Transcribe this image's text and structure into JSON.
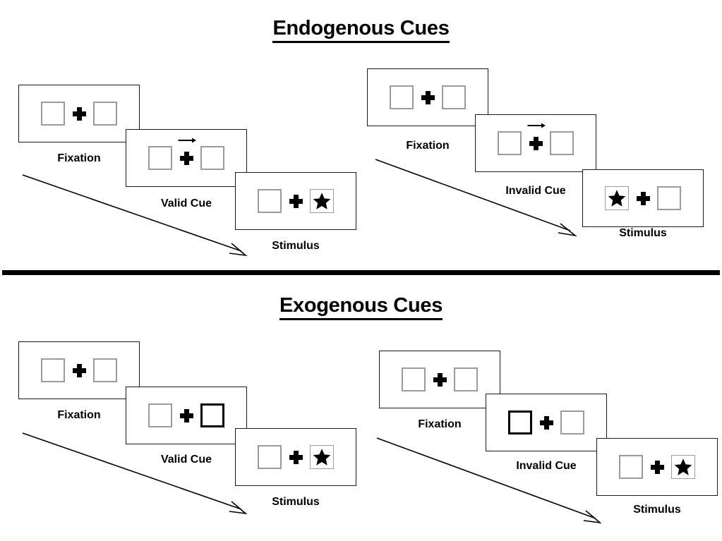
{
  "sections": [
    {
      "id": "endogenous",
      "title": "Endogenous Cues",
      "groups": [
        {
          "id": "endogenous-valid",
          "panels": [
            {
              "caption": "Fixation",
              "left_box": "empty",
              "right_box": "empty",
              "cue": "none",
              "cue_direction": ""
            },
            {
              "caption": "Valid Cue",
              "left_box": "empty",
              "right_box": "empty",
              "cue": "arrow",
              "cue_direction": "right"
            },
            {
              "caption": "Stimulus",
              "left_box": "empty",
              "right_box": "star",
              "cue": "none",
              "cue_direction": ""
            }
          ]
        },
        {
          "id": "endogenous-invalid",
          "panels": [
            {
              "caption": "Fixation",
              "left_box": "empty",
              "right_box": "empty",
              "cue": "none",
              "cue_direction": ""
            },
            {
              "caption": "Invalid Cue",
              "left_box": "empty",
              "right_box": "empty",
              "cue": "arrow",
              "cue_direction": "right"
            },
            {
              "caption": "Stimulus",
              "left_box": "star",
              "right_box": "empty",
              "cue": "none",
              "cue_direction": ""
            }
          ]
        }
      ]
    },
    {
      "id": "exogenous",
      "title": "Exogenous Cues",
      "groups": [
        {
          "id": "exogenous-valid",
          "panels": [
            {
              "caption": "Fixation",
              "left_box": "empty",
              "right_box": "empty",
              "cue": "none",
              "cue_direction": ""
            },
            {
              "caption": "Valid Cue",
              "left_box": "empty",
              "right_box": "empty",
              "cue": "highlight",
              "cue_direction": "right"
            },
            {
              "caption": "Stimulus",
              "left_box": "empty",
              "right_box": "star",
              "cue": "none",
              "cue_direction": ""
            }
          ]
        },
        {
          "id": "exogenous-invalid",
          "panels": [
            {
              "caption": "Fixation",
              "left_box": "empty",
              "right_box": "empty",
              "cue": "none",
              "cue_direction": ""
            },
            {
              "caption": "Invalid Cue",
              "left_box": "empty",
              "right_box": "empty",
              "cue": "highlight",
              "cue_direction": "left"
            },
            {
              "caption": "Stimulus",
              "left_box": "empty",
              "right_box": "star",
              "cue": "none",
              "cue_direction": ""
            }
          ]
        }
      ]
    }
  ],
  "colors": {
    "background": "#ffffff",
    "panel_border": "#1a1a1a",
    "box_border": "#9b9b9b",
    "cue_highlight": "#000000",
    "ink": "#000000",
    "divider": "#000000"
  },
  "timeline_arrows": [
    {
      "id": "endogenous-valid-timeline"
    },
    {
      "id": "endogenous-invalid-timeline"
    },
    {
      "id": "exogenous-valid-timeline"
    },
    {
      "id": "exogenous-invalid-timeline"
    }
  ]
}
